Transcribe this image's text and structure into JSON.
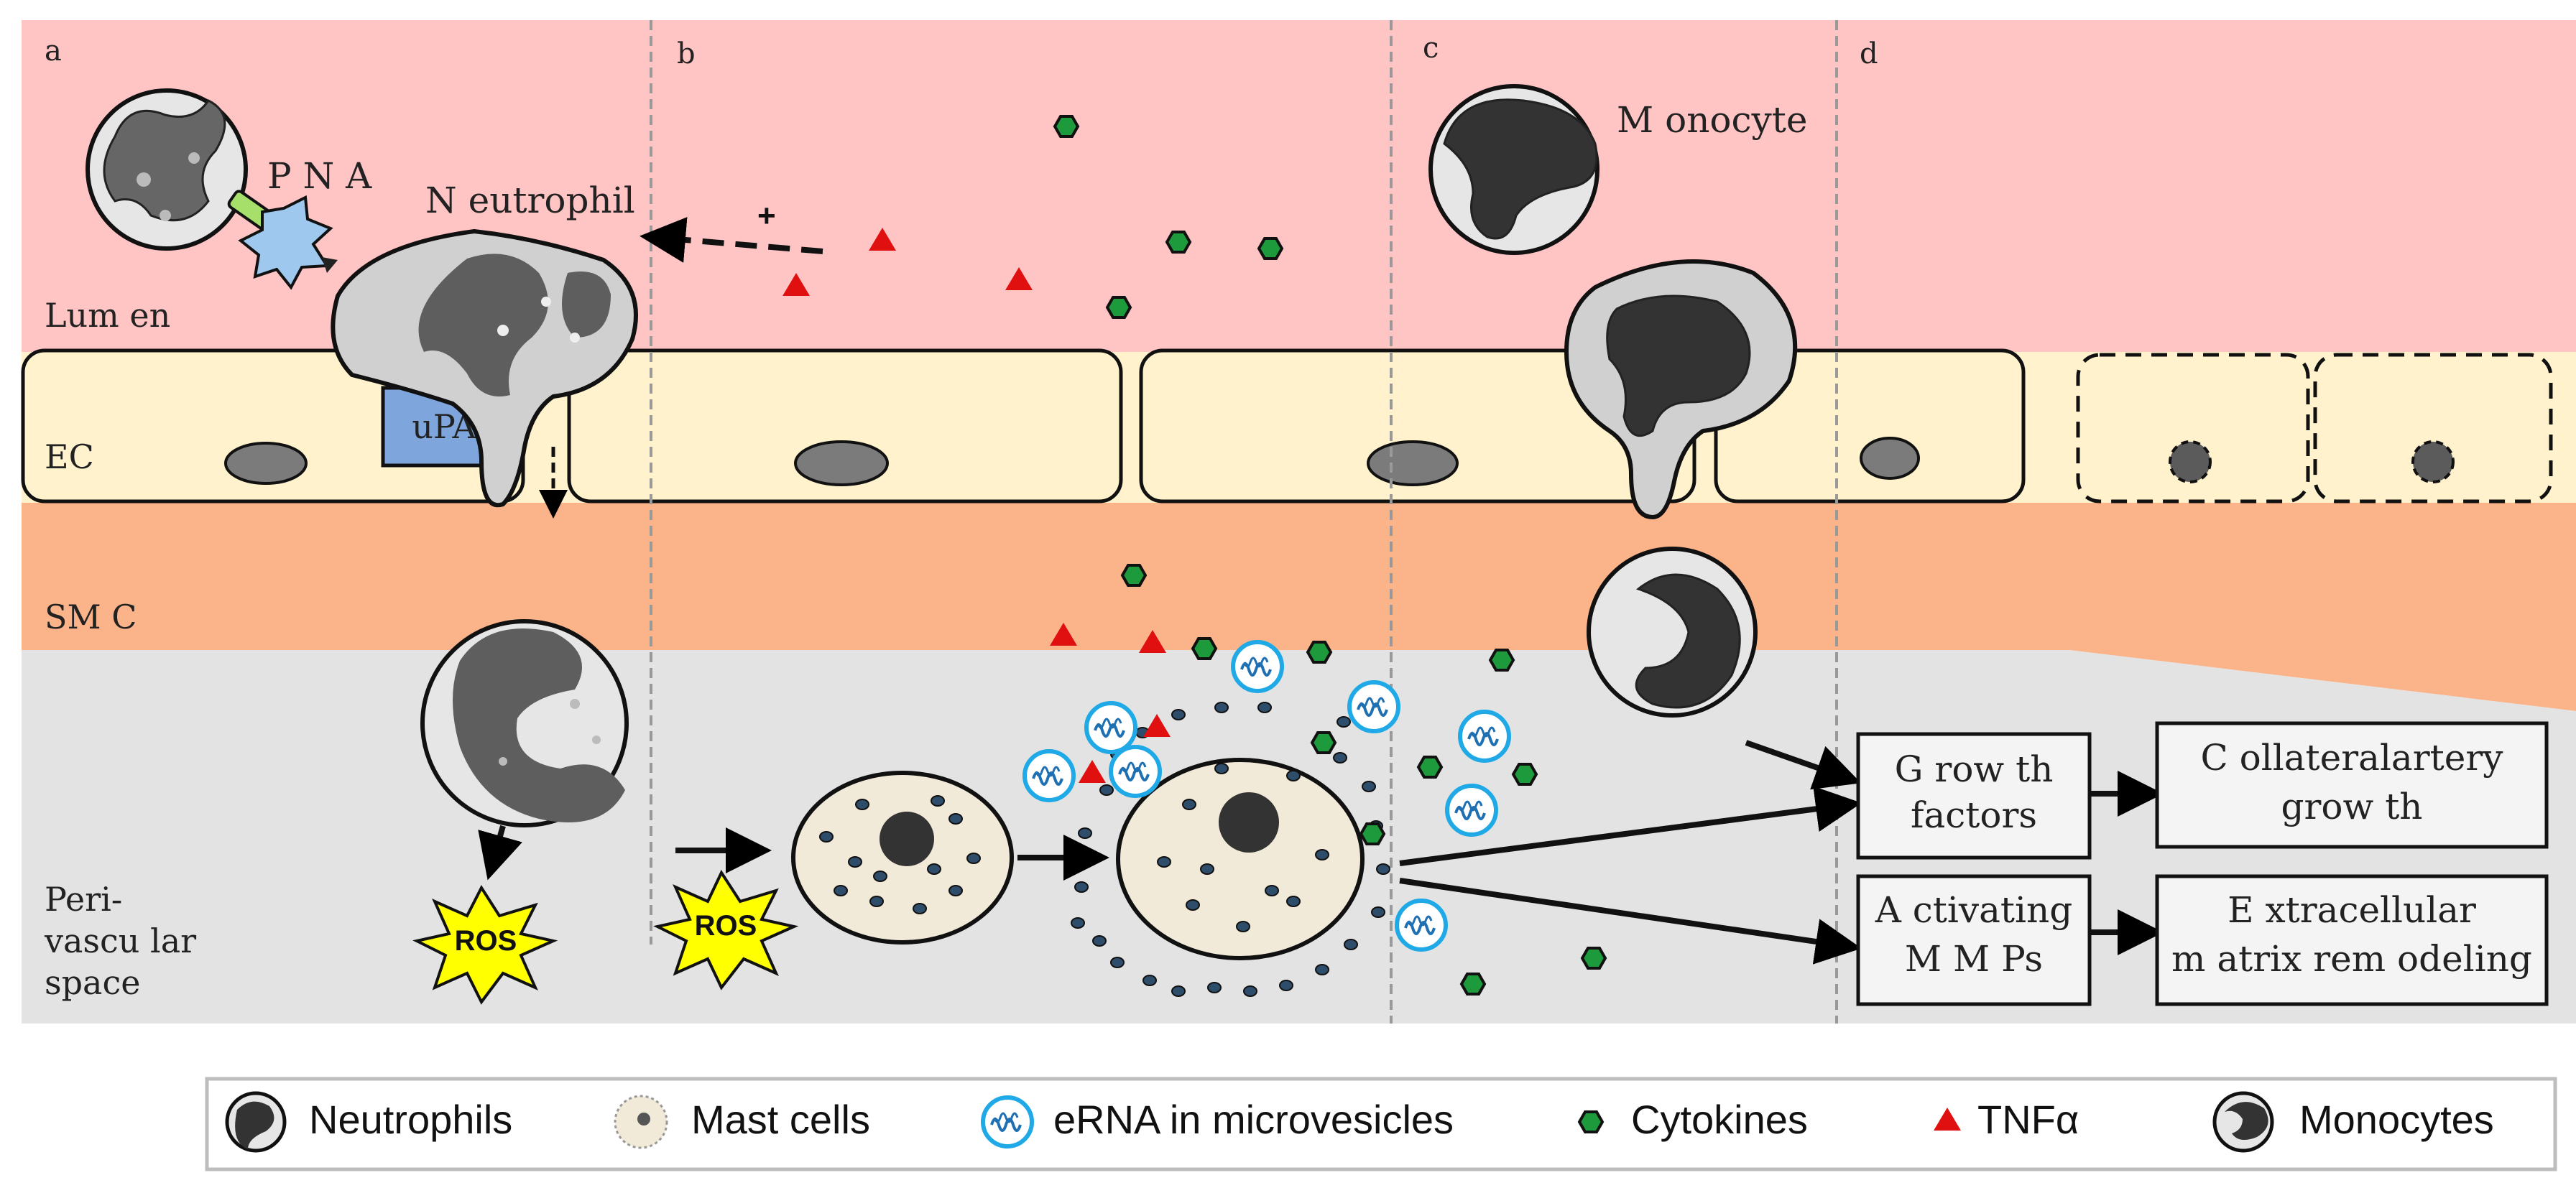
{
  "panels": {
    "a": "a",
    "b": "b",
    "c": "c",
    "d": "d"
  },
  "layers": {
    "lumen": "Lum en",
    "ec": "EC",
    "smc": "SM C",
    "perivascular": [
      "Peri-",
      "vascu lar",
      "space"
    ]
  },
  "cells": {
    "pna": "P N A",
    "neutrophil": "N eutrophil",
    "monocyte": "M onocyte",
    "upa": "uPA",
    "ros1": "ROS",
    "ros2": "ROS",
    "plus": "+"
  },
  "boxes": {
    "growth_factors": [
      "G row th",
      "factors"
    ],
    "activating_mmps": [
      "A ctivating",
      "M M Ps"
    ],
    "collateral_growth": [
      "C ollateralartery",
      "grow th"
    ],
    "ecm_remodeling": [
      "E xtracellular",
      "m atrix rem odeling"
    ]
  },
  "legend": {
    "neutrophils": "Neutrophils",
    "mast_cells": "Mast cells",
    "erna": "eRNA in microvesicles",
    "cytokines": "Cytokines",
    "tnfa": "TNFα",
    "monocytes": "Monocytes"
  },
  "colors": {
    "lumen": "#ffc4c4",
    "endothelium": "#fff2cc",
    "smc": "#fbb48a",
    "perivascular": "#e3e3e3",
    "cytokine": "#1d9a3c",
    "tnfa": "#e01010",
    "erna": "#1fa9e6",
    "upa": "#7fa6dc",
    "ros": "#ffff00",
    "nucleus": "#444444",
    "cell_body": "#e6e6e6",
    "mast_body": "#f2ead8"
  }
}
